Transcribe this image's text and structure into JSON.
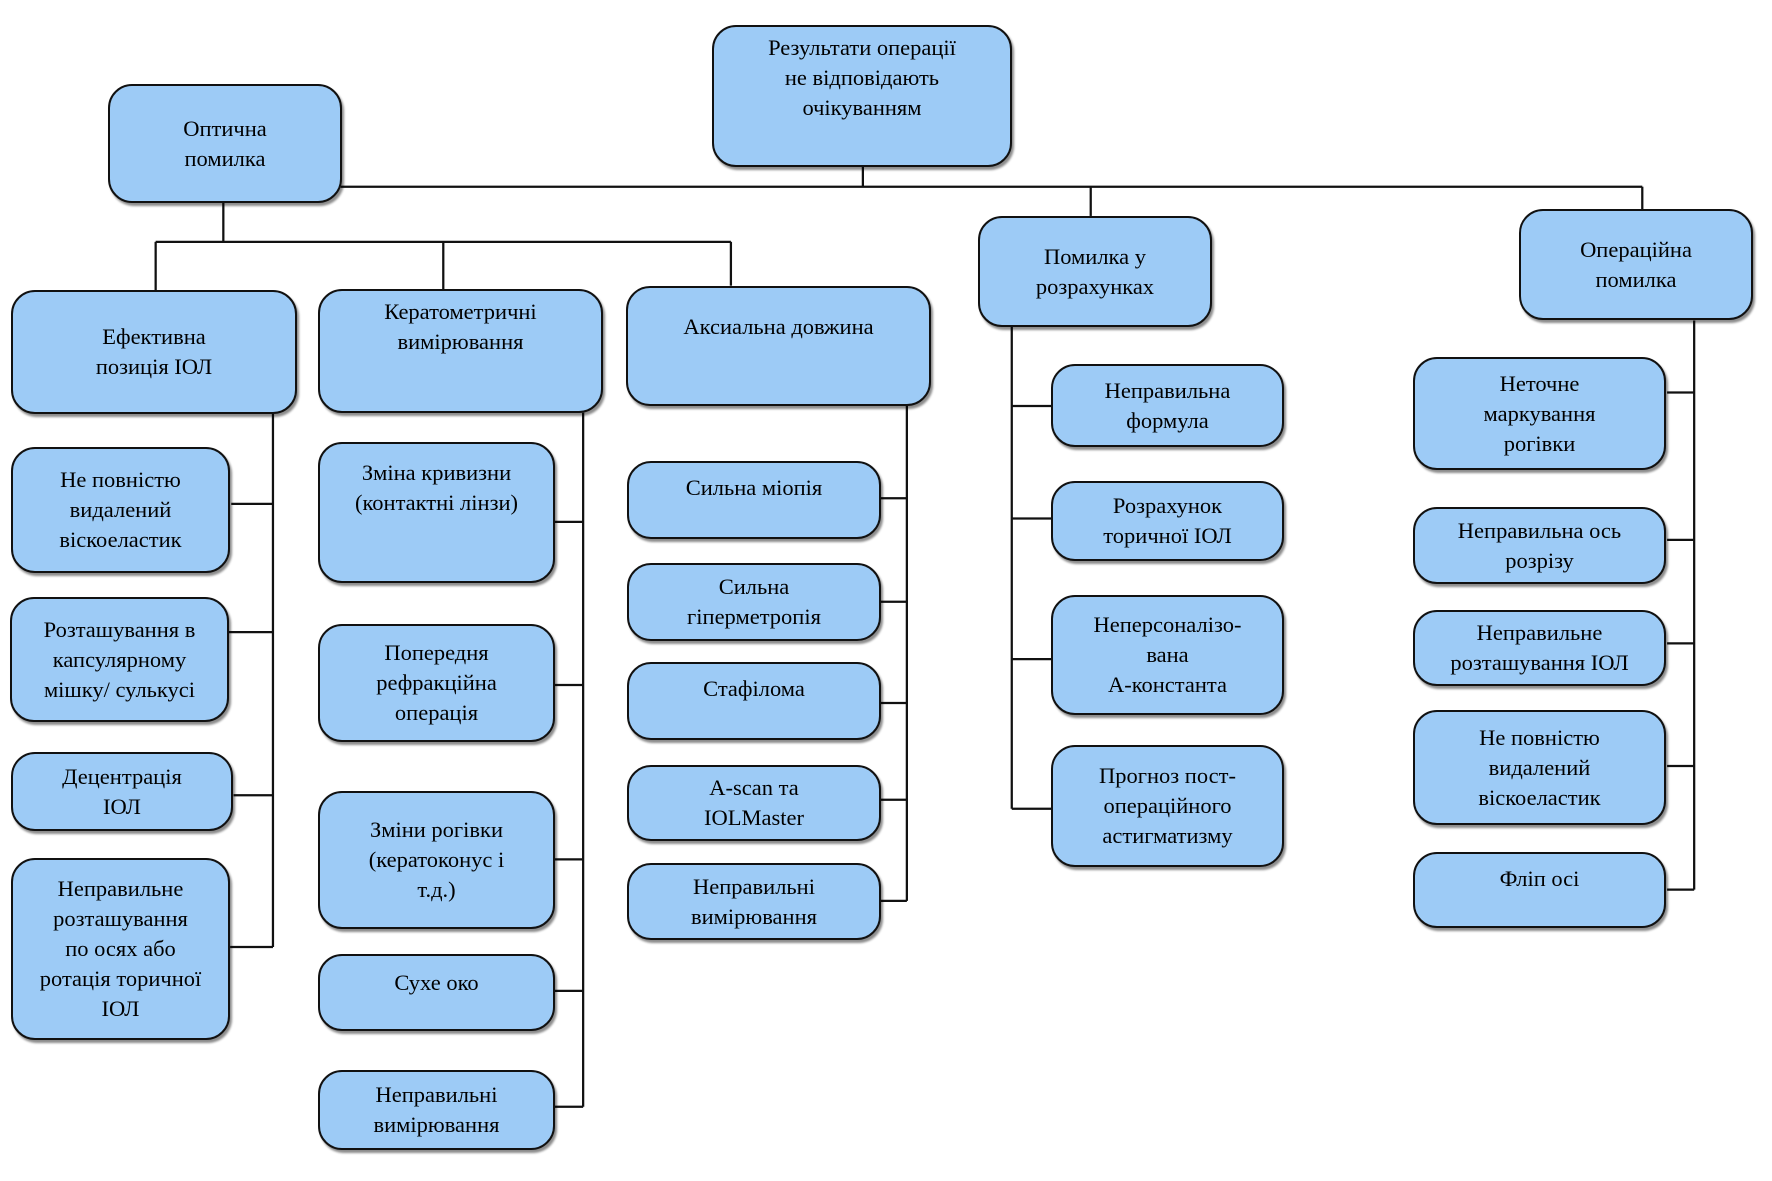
{
  "diagram": {
    "root": "Результати операції\nне відповідають\nочікуванням",
    "categories": {
      "optical": "Оптична\nпомилка",
      "calculation": "Помилка у\nрозрахунках",
      "operational": "Операційна\nпомилка"
    },
    "optical_groups": {
      "effective_position": "Ефективна\nпозиція ІОЛ",
      "keratometric": "Кератометричні\nвимірювання",
      "axial": "Аксиальна довжина"
    },
    "effective_position_items": [
      "Не повністю\nвидалений\nвіскоеластик",
      "Розташування в\nкапсулярному\nмішку/ сулькусі",
      "Децентрація\nІОЛ",
      "Неправильне\nрозташування\nпо осях або\nротація торичної\nІОЛ"
    ],
    "keratometric_items": [
      "Зміна кривизни\n(контактні лінзи)",
      "Попередня\nрефракційна\nоперація",
      "Зміни рогівки\n(кератоконус і\nт.д.)",
      "Сухе око",
      "Неправильні\nвимірювання"
    ],
    "axial_items": [
      "Сильна міопія",
      "Сильна\nгіперметропія",
      "Стафілома",
      "A-scan та\nIOLMaster",
      "Неправильні\nвимірювання"
    ],
    "calculation_items": [
      "Неправильна\nформула",
      "Розрахунок\nторичної ІОЛ",
      "Неперсоналізо-\nвана\nА-константа",
      "Прогноз пост-\nопераційного\nастигматизму"
    ],
    "operational_items": [
      "Неточне\nмаркування\nрогівки",
      "Неправильна ось\nрозрізу",
      "Неправильне\nрозташування ІОЛ",
      "Не повністю\nвидалений\nвіскоеластик",
      "Фліп осі"
    ]
  },
  "colors": {
    "node_fill": "#9dcbf6",
    "node_border": "#111111",
    "connector": "#111111",
    "background": "#ffffff"
  }
}
